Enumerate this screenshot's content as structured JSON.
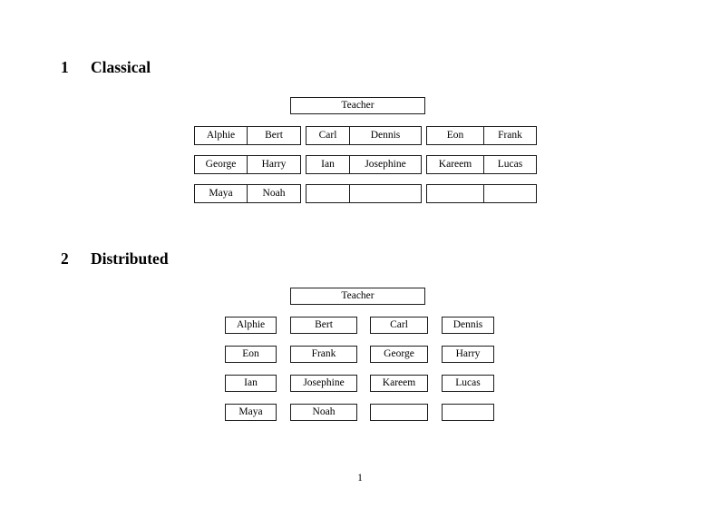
{
  "document": {
    "page_number": "1"
  },
  "sections": [
    {
      "number": "1",
      "title": "Classical",
      "teacher_label": "Teacher",
      "layout": "grouped",
      "groups": [
        {
          "rows": [
            [
              "Alphie",
              "Bert"
            ],
            [
              "George",
              "Harry"
            ],
            [
              "Maya",
              "Noah"
            ]
          ]
        },
        {
          "rows": [
            [
              "Carl",
              "Dennis"
            ],
            [
              "Ian",
              "Josephine"
            ],
            [
              "",
              ""
            ]
          ]
        },
        {
          "rows": [
            [
              "Eon",
              "Frank"
            ],
            [
              "Kareem",
              "Lucas"
            ],
            [
              "",
              ""
            ]
          ]
        }
      ]
    },
    {
      "number": "2",
      "title": "Distributed",
      "teacher_label": "Teacher",
      "layout": "individual",
      "rows": [
        [
          "Alphie",
          "Bert",
          "Carl",
          "Dennis"
        ],
        [
          "Eon",
          "Frank",
          "George",
          "Harry"
        ],
        [
          "Ian",
          "Josephine",
          "Kareem",
          "Lucas"
        ],
        [
          "Maya",
          "Noah",
          "",
          ""
        ]
      ]
    }
  ],
  "colors": {
    "page_background": "#ffffff",
    "text": "#000000",
    "box_border": "#1a1a1a"
  }
}
